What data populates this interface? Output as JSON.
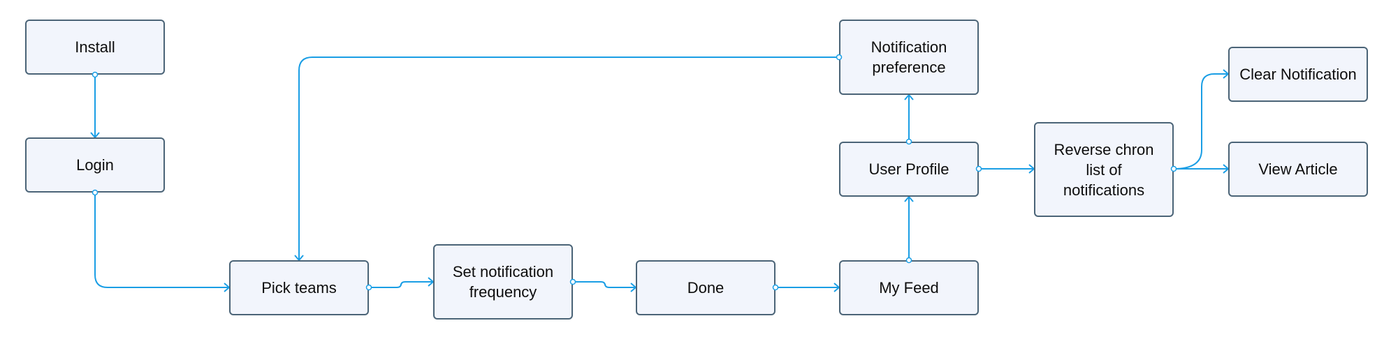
{
  "diagram": {
    "colors": {
      "edge": "#1a9ee5",
      "node_fill": "#f2f5fc",
      "node_border": "#4b6477",
      "text": "#0d0d0d"
    },
    "nodes": {
      "install": "Install",
      "login": "Login",
      "pick_teams": "Pick teams",
      "set_frequency": "Set notification\nfrequency",
      "done": "Done",
      "my_feed": "My Feed",
      "user_profile": "User Profile",
      "notification_preference": "Notification\npreference",
      "reverse_chron": "Reverse chron\nlist of\nnotifications",
      "clear_notification": "Clear Notification",
      "view_article": "View Article"
    },
    "edges": [
      {
        "from": "install",
        "to": "login"
      },
      {
        "from": "login",
        "to": "pick_teams"
      },
      {
        "from": "pick_teams",
        "to": "set_frequency"
      },
      {
        "from": "set_frequency",
        "to": "done"
      },
      {
        "from": "done",
        "to": "my_feed"
      },
      {
        "from": "my_feed",
        "to": "user_profile"
      },
      {
        "from": "user_profile",
        "to": "notification_preference"
      },
      {
        "from": "notification_preference",
        "to": "pick_teams"
      },
      {
        "from": "user_profile",
        "to": "reverse_chron"
      },
      {
        "from": "reverse_chron",
        "to": "clear_notification"
      },
      {
        "from": "reverse_chron",
        "to": "view_article"
      }
    ]
  }
}
